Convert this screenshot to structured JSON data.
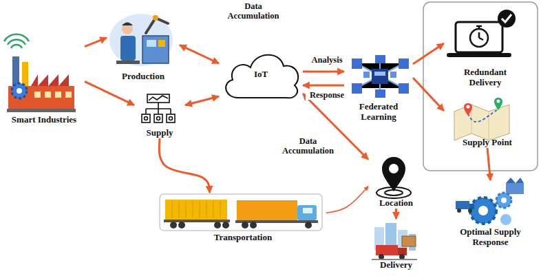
{
  "diagram": {
    "nodes": [
      {
        "text": [
          "Smart Industries"
        ]
      },
      {
        "text": [
          "Production"
        ]
      },
      {
        "text": [
          "Supply"
        ]
      },
      {
        "text": [
          "IoT"
        ]
      },
      {
        "text": [
          "Federated Learning"
        ]
      },
      {
        "text": [
          "Redundant Delivery"
        ]
      },
      {
        "text": [
          "Supply Point"
        ]
      },
      {
        "text": [
          "Optimal Supply Response"
        ]
      },
      {
        "text": [
          "Transportation"
        ]
      },
      {
        "text": [
          "Location"
        ]
      },
      {
        "text": [
          "Delivery"
        ]
      }
    ],
    "edges": [
      {
        "from": 0,
        "to": 1,
        "arrow": "to"
      },
      {
        "from": 0,
        "to": 2,
        "arrow": "to"
      },
      {
        "from": 1,
        "to": 3,
        "label": "Data Accumulation",
        "arrow": "both"
      },
      {
        "from": 2,
        "to": 3,
        "arrow": "both"
      },
      {
        "from": 3,
        "to": 4,
        "label": "Analysis",
        "arrow": "to"
      },
      {
        "from": 4,
        "to": 3,
        "label": "Response",
        "arrow": "to"
      },
      {
        "from": 4,
        "to": 5,
        "arrow": "to"
      },
      {
        "from": 4,
        "to": 6,
        "arrow": "to"
      },
      {
        "from": 6,
        "to": 7,
        "arrow": "to"
      },
      {
        "from": 2,
        "to": 8,
        "arrow": "to"
      },
      {
        "from": 8,
        "to": 9,
        "arrow": "to"
      },
      {
        "from": 9,
        "to": 3,
        "label": "Data Accumulation",
        "arrow": "both"
      },
      {
        "from": 9,
        "to": 10,
        "arrow": "to"
      }
    ]
  }
}
